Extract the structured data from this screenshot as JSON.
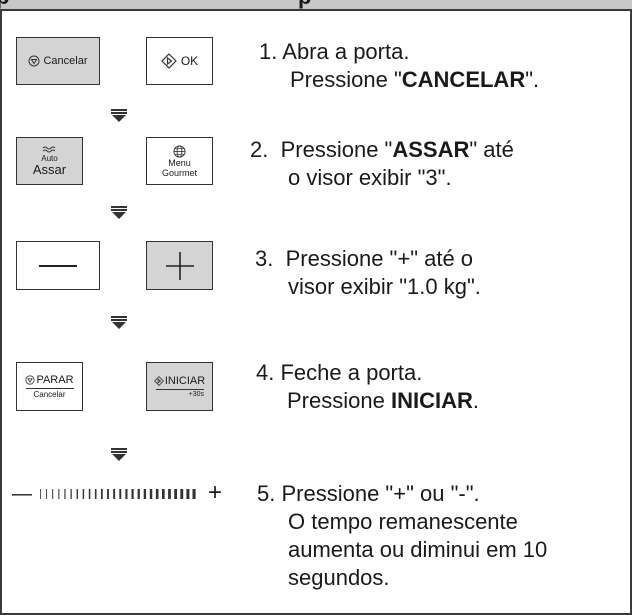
{
  "header": {
    "left_text": "p",
    "right_text": "p"
  },
  "buttons": {
    "cancelar": {
      "icon": "stop-icon",
      "label": "Cancelar"
    },
    "ok": {
      "icon": "start-icon",
      "label": "OK"
    },
    "auto_assar": {
      "icon": "steam-waves-icon",
      "small": "Auto",
      "label": "Assar"
    },
    "menu_gourmet": {
      "icon": "globe-icon",
      "line1": "Menu",
      "line2": "Gourmet"
    },
    "minus": {
      "symbol": "—"
    },
    "plus": {
      "symbol": "+"
    },
    "parar": {
      "icon": "stop-icon",
      "label": "PARAR",
      "sub": "Cancelar"
    },
    "iniciar": {
      "icon": "start-icon",
      "label": "INICIAR",
      "sub": "+30s"
    },
    "dial": {
      "minus": "—",
      "plus": "+"
    }
  },
  "steps": [
    {
      "num": "1.",
      "l1": "Abra a porta.",
      "l2_pre": "Pressione \"",
      "l2_bold": "CANCELAR",
      "l2_post": "\"."
    },
    {
      "num": "2.",
      "l1_pre": "Pressione \"",
      "l1_bold": "ASSAR",
      "l1_post": "\" até",
      "l2": "o visor exibir \"3\"."
    },
    {
      "num": "3.",
      "l1": "Pressione \"+\" até o",
      "l2": "visor exibir \"1.0 kg\"."
    },
    {
      "num": "4.",
      "l1": "Feche a porta.",
      "l2_pre": "Pressione ",
      "l2_bold": "INICIAR",
      "l2_post": "."
    },
    {
      "num": "5.",
      "l1": "Pressione \"+\" ou \"-\".",
      "l2": "O tempo remanescente",
      "l3": "aumenta ou diminui em 10",
      "l4": "segundos."
    }
  ]
}
